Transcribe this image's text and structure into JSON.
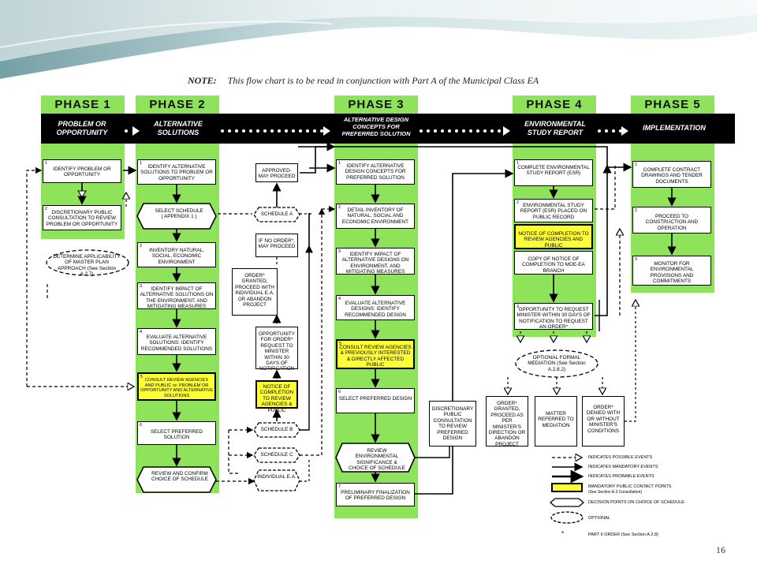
{
  "note": {
    "label": "NOTE:",
    "text": "This flow chart is to be read in conjunction with Part A of the Municipal Class EA"
  },
  "phases": [
    {
      "title": "PHASE 1",
      "band": "PROBLEM OR OPPORTUNITY"
    },
    {
      "title": "PHASE 2",
      "band": "ALTERNATIVE SOLUTIONS"
    },
    {
      "title": "PHASE 3",
      "band": "ALTERNATIVE DESIGN CONCEPTS FOR PREFERRED SOLUTION"
    },
    {
      "title": "PHASE 4",
      "band": "ENVIRONMENTAL STUDY REPORT"
    },
    {
      "title": "PHASE 5",
      "band": "IMPLEMENTATION"
    }
  ],
  "p1": {
    "b1": {
      "num": "1",
      "text": "IDENTIFY PROBLEM OR OPPORTUNITY"
    },
    "b2": {
      "num": "2",
      "text": "DISCRETIONARY PUBLIC CONSULTATION TO REVIEW PROBLEM OR OPPORTUNITY"
    },
    "oval": "DETERMINE APPLICABILITY OF MASTER PLAN APPROACH (See Section A.2.7)"
  },
  "p2": {
    "b1": {
      "num": "1",
      "text": "IDENTIFY ALTERNATIVE SOLUTIONS TO PROBLEM OR OPPORTUNITY"
    },
    "hex1": "SELECT SCHEDULE ( APPENDIX 1 )",
    "b2": {
      "num": "2",
      "text": "INVENTORY NATURAL, SOCIAL, ECONOMIC ENVIRONMENT"
    },
    "b3": {
      "num": "3",
      "text": "IDENTIFY IMPACT OF ALTERNATIVE SOLUTIONS ON THE ENVIRONMENT, AND MITIGATING MEASURES"
    },
    "b4": {
      "num": "4",
      "text": "EVALUATE ALTERNATIVE SOLUTIONS: IDENTIFY RECOMMENDED SOLUTIONS"
    },
    "b5": {
      "num": "5",
      "text": "CONSULT REVIEW AGENCIES AND PUBLIC re: PROBLEM OR OPPORTUNITY AND ALTERNATIVE SOLUTIONS"
    },
    "b6": {
      "num": "6",
      "text": "SELECT PREFERRED SOLUTION"
    },
    "hex2": "REVIEW AND CONFIRM CHOICE OF SCHEDULE"
  },
  "mid": {
    "approved": "APPROVED- MAY PROCEED",
    "schedA": "SCHEDULE A",
    "ifno": "IF NO ORDER*, MAY PROCEED",
    "ordergranted": "ORDER* GRANTED, PROCEED WITH INDIVIDUAL E.A. OR ABANDON PROJECT",
    "opportunity": "OPPORTUNITY FOR ORDER* REQUEST TO MINISTER WITHIN 30 DAYS OF NOTIFICATION",
    "notice": "NOTICE OF COMPLETION TO REVIEW AGENCIES & PUBLIC",
    "schedB": "SCHEDULE B",
    "schedC": "SCHEDULE C",
    "individual": "INDIVIDUAL E.A."
  },
  "p3": {
    "b1": {
      "num": "1",
      "text": "IDENTIFY ALTERNATIVE DESIGN CONCEPTS FOR PREFERRED SOLUTION"
    },
    "b2": {
      "num": "2",
      "text": "DETAIL INVENTORY OF NATURAL, SOCIAL AND ECONOMIC ENVIRONMENT"
    },
    "b3": {
      "num": "3",
      "text": "IDENTIFY IMPACT OF ALTERNATIVE DESIGNS ON ENVIRONMENT, AND MITIGATING MEASURES"
    },
    "b4": {
      "num": "4",
      "text": "EVALUATE ALTERNATIVE DESIGNS: IDENTIFY RECOMMENDED DESIGN"
    },
    "b5": {
      "num": "5",
      "text": "CONSULT REVIEW AGENCIES & PREVIOUSLY INTERESTED & DIRECTLY AFFECTED PUBLIC"
    },
    "b6": {
      "num": "6",
      "text": "SELECT PREFERRED DESIGN"
    },
    "hex": "REVIEW ENVIRONMENTAL SIGNIFICANCE & CHOICE OF SCHEDULE",
    "b7": {
      "num": "7",
      "text": "PRELIMINARY FINALIZATION OF PREFERRED DESIGN"
    }
  },
  "discretionary": "DISCRETIONARY PUBLIC CONSULTATION TO REVIEW PREFERRED DESIGN",
  "p4": {
    "b1": {
      "num": "1",
      "text": "COMPLETE ENVIRONMENTAL STUDY REPORT (ESR)"
    },
    "b2": {
      "num": "2",
      "text": "ENVIRONMENTAL STUDY REPORT (ESR) PLACED ON PUBLIC RECORD"
    },
    "notice": "NOTICE OF COMPLETION TO REVIEW AGENCIES AND PUBLIC",
    "copy": "COPY OF NOTICE OF COMPLETION TO MOE-EA BRANCH",
    "b3": {
      "num": "3",
      "text": "OPPORTUNITY TO REQUEST MINISTER WITHIN 30 DAYS OF NOTIFICATION TO REQUEST AN ORDER*"
    },
    "oval": "OPTIONAL FORMAL MEDIATION (See Section A.2.8.2)",
    "o1": "ORDER* GRANTED, PROCEED AS PER MINISTER'S DIRECTION OR ABANDON PROJECT",
    "o2": "MATTER REFERRED TO MEDIATION",
    "o3": "ORDER* DENIED WITH OR WITHOUT MINISTER'S CONDITIONS"
  },
  "p5": {
    "b1": {
      "num": "1",
      "text": "COMPLETE CONTRACT DRAWINGS AND TENDER DOCUMENTS"
    },
    "b2": {
      "num": "2",
      "text": "PROCEED TO CONSTRUCTION AND OPERATION"
    },
    "b3": {
      "num": "3",
      "text": "MONITOR FOR ENVIRONMENTAL PROVISIONS AND COMMITMENTS"
    }
  },
  "legend": {
    "possible": "INDICATES POSSIBLE EVENTS",
    "mandatory": "INDICATES MANDATORY EVENTS",
    "probable": "INDICATES PROBABLE EVENTS",
    "contact": "MANDATORY PUBLIC CONTACT POINTS",
    "contact_sub": "(See Section A.3 Consultation)",
    "decision": "DECISION POINTS ON CHOICE OF SCHEDULE",
    "optional": "OPTIONAL",
    "star": "*",
    "partii": "PART II ORDER (See Section A.2.8)"
  },
  "page_number": "16",
  "colors": {
    "green": "#8ee35a",
    "yellow": "#ffff37",
    "band": "#000000"
  }
}
